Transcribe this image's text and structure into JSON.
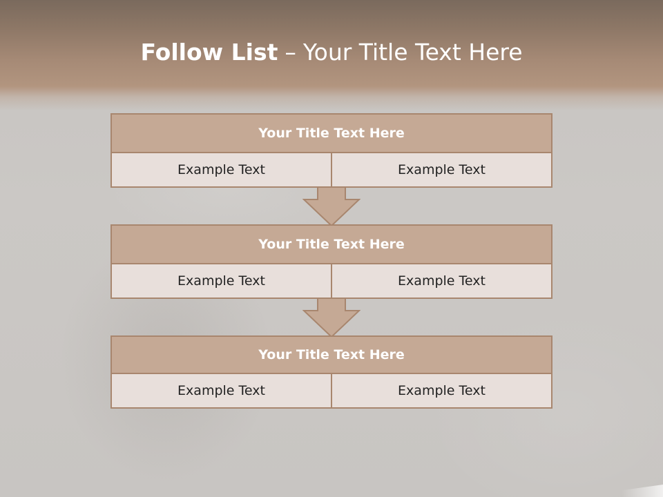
{
  "slide": {
    "title_bold": "Follow List",
    "title_dash": "–",
    "title_rest": "Your Title Text Here"
  },
  "blocks": [
    {
      "title": "Your Title Text Here",
      "left": "Example Text",
      "right": "Example Text"
    },
    {
      "title": "Your Title Text Here",
      "left": "Example Text",
      "right": "Example Text"
    },
    {
      "title": "Your Title Text Here",
      "left": "Example Text",
      "right": "Example Text"
    }
  ],
  "icons": {
    "connector": "down-arrow-icon"
  },
  "colors": {
    "header_band": "#a68a76",
    "block_header": "#c5a995",
    "block_border": "#a8866e",
    "block_body": "#e8dfdb",
    "arrow_fill": "#c5a995"
  }
}
